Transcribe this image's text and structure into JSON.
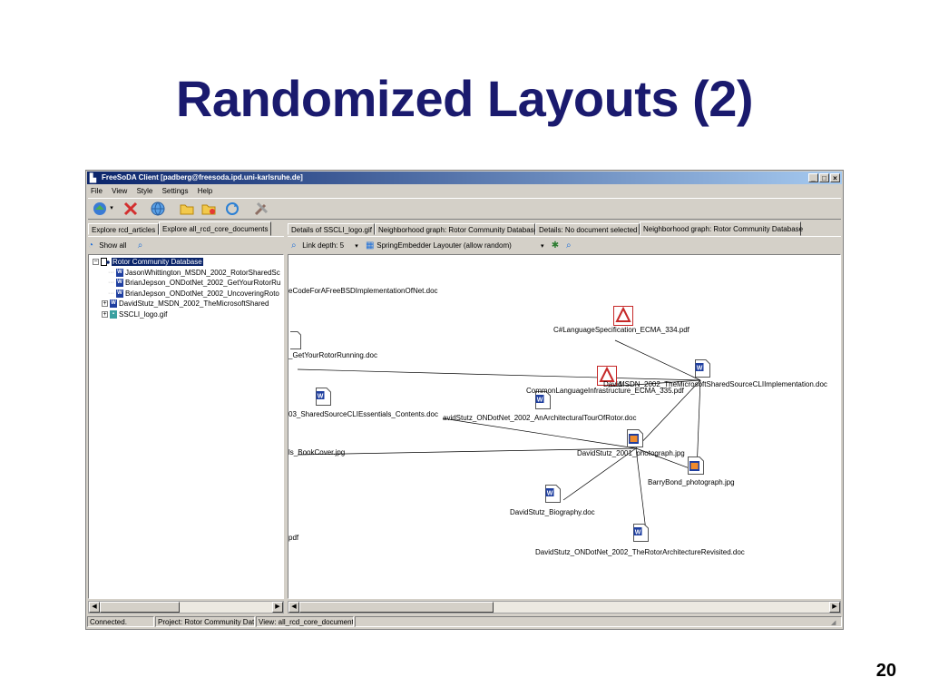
{
  "slide": {
    "title": "Randomized Layouts (2)",
    "number": "20"
  },
  "window": {
    "title": "FreeSoDA Client [padberg@freesoda.ipd.uni-karlsruhe.de]",
    "buttons": {
      "minimize": "_",
      "maximize": "□",
      "close": "×"
    }
  },
  "menu": [
    "File",
    "View",
    "Style",
    "Settings",
    "Help"
  ],
  "left": {
    "tabs": [
      "Explore rcd_articles",
      "Explore all_rcd_core_documents"
    ],
    "show_all": "Show all",
    "tree": {
      "root": "Rotor Community Database",
      "items": [
        "JasonWhittington_MSDN_2002_RotorSharedSc",
        "BrianJepson_ONDotNet_2002_GetYourRotorRu",
        "BrianJepson_ONDotNet_2002_UncoveringRoto",
        "DavidStutz_MSDN_2002_TheMicrosoftShared",
        "SSCLI_logo.gif"
      ]
    }
  },
  "right": {
    "tabs": [
      "Details of SSCLI_logo.gif",
      "Neighborhood graph: Rotor Community Database",
      "Details: No document selected",
      "Neighborhood graph: Rotor Community Database"
    ],
    "link_depth": "Link depth: 5",
    "layouter": "SpringEmbedder Layouter (allow random)",
    "graph_labels": {
      "n1": "eCodeForAFreeBSDImplementationOfNet.doc",
      "n2": "C#LanguageSpecification_ECMA_334.pdf",
      "n3": "_GetYourRotorRunning.doc",
      "n4": "David",
      "n4b": "MSDN_2002_TheMicrosoftSharedSourceCLIImplementation.doc",
      "n5": "CommonLanguageInfrastructure_ECMA_335.pdf",
      "n6": "03_SharedSourceCLIEssentials_Contents.doc",
      "n7": "avidStutz_ONDotNet_2002_AnArchitecturalTourOfRotor.doc",
      "n8": "ls_BookCover.jpg",
      "n9": "DavidStutz_2001_photograph.jpg",
      "n10": "BarryBond_photograph.jpg",
      "n11": "DavidStutz_Biography.doc",
      "n12": "pdf",
      "n13": "DavidStutz_ONDotNet_2002_TheRotorArchitectureRevisited.doc"
    }
  },
  "status": {
    "connection": "Connected.",
    "project": "Project: Rotor Community Data",
    "view": "View: all_rcd_core_documents"
  },
  "icons": {
    "window": "app-icon",
    "tools": [
      "connect-icon",
      "disconnect-icon",
      "globe-icon",
      "folder-icon",
      "folder-open-icon",
      "refresh-icon",
      "tools-icon"
    ]
  },
  "colors": {
    "slide_title": "#1a1a6e",
    "titlebar_start": "#0a246a",
    "titlebar_end": "#a6caf0",
    "selection": "#0a246a"
  }
}
